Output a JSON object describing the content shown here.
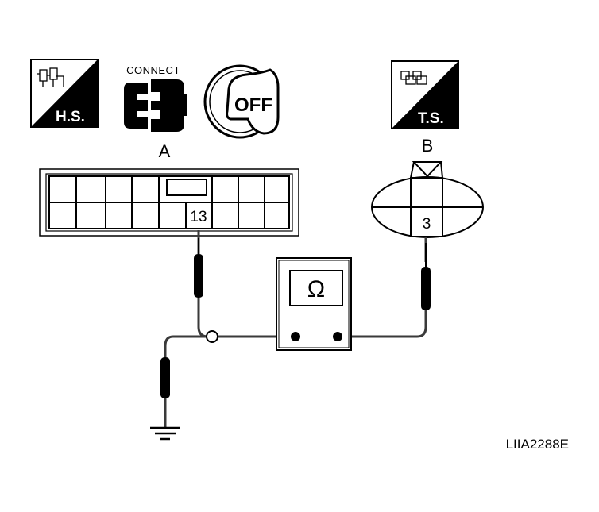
{
  "icons": {
    "harness_side": {
      "label": "H.S.",
      "icon": "harness-side-icon"
    },
    "connect": {
      "label": "CONNECT",
      "icon": "connector-icon"
    },
    "ignition": {
      "label": "OFF",
      "icon": "ignition-key-off-icon"
    },
    "terminal_side": {
      "label": "T.S.",
      "icon": "terminal-side-icon"
    }
  },
  "connectors": {
    "a": {
      "label": "A",
      "pin": "13"
    },
    "b": {
      "label": "B",
      "pin": "3"
    }
  },
  "meter": {
    "symbol": "Ω",
    "icon": "ohmmeter-icon"
  },
  "ground": {
    "icon": "ground-icon"
  },
  "figure_code": "LIIA2288E",
  "colors": {
    "ink": "#000000",
    "wire": "#3a3a3a",
    "background": "#ffffff"
  }
}
